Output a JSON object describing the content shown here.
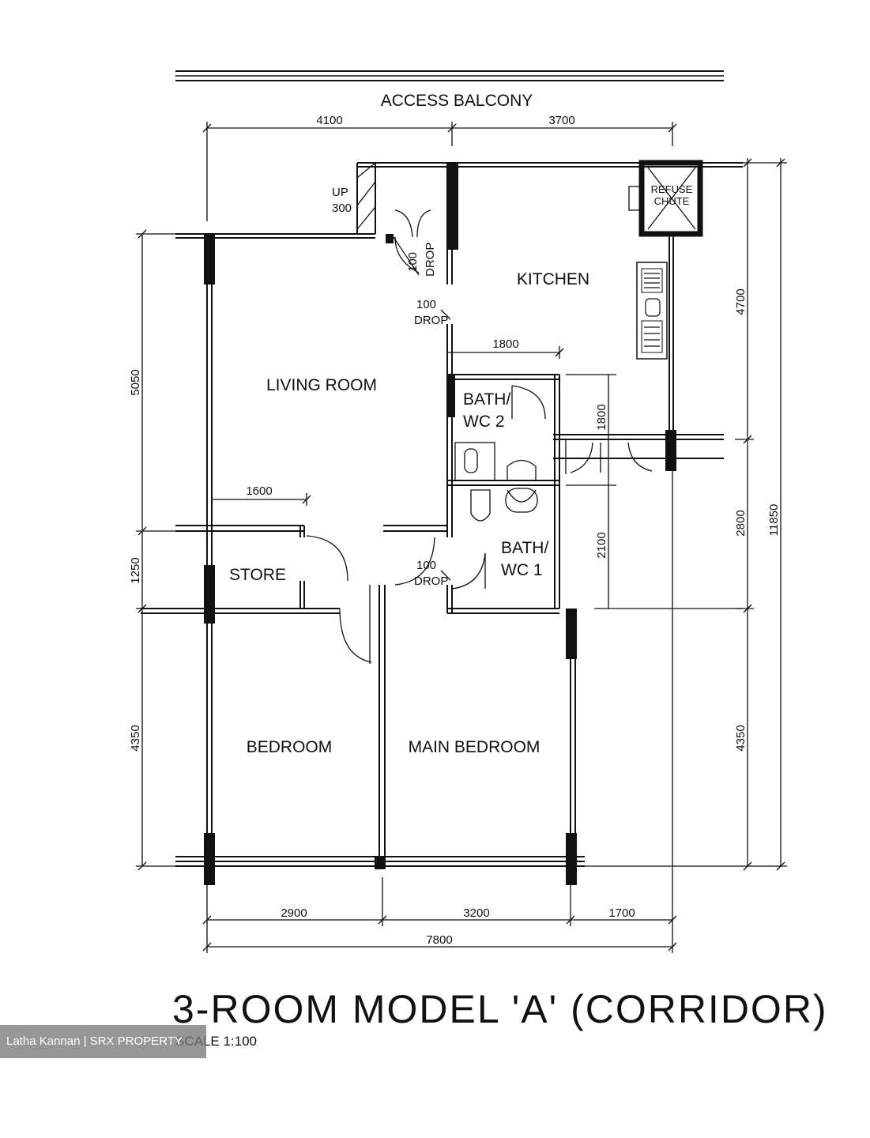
{
  "rooms": {
    "access_balcony": "ACCESS BALCONY",
    "kitchen": "KITCHEN",
    "living_room": "LIVING ROOM",
    "store": "STORE",
    "bedroom": "BEDROOM",
    "main_bedroom": "MAIN BEDROOM",
    "bath2_line1": "BATH/",
    "bath2_line2": "WC 2",
    "bath1_line1": "BATH/",
    "bath1_line2": "WC 1",
    "refuse_line1": "REFUSE",
    "refuse_line2": "CHUTE"
  },
  "notes": {
    "up": "UP",
    "up_val": "300",
    "drop_num": "100",
    "drop_word": "DROP"
  },
  "dimensions": {
    "top_left": "4100",
    "top_right": "3700",
    "kitchen_inner": "1800",
    "living_inner": "1600",
    "left_upper": "5050",
    "left_store": "1250",
    "left_lower": "4350",
    "right_upper": "4700",
    "right_mid": "2800",
    "right_total": "11850",
    "right_lower": "4350",
    "bath_v1": "1800",
    "bath_v2": "2100",
    "bottom_1": "2900",
    "bottom_2": "3200",
    "bottom_3": "1700",
    "bottom_total": "7800"
  },
  "title": "3-ROOM MODEL 'A' (CORRIDOR)",
  "scale": "SCALE   1:100",
  "watermark": "Latha Kannan | SRX PROPERTY"
}
